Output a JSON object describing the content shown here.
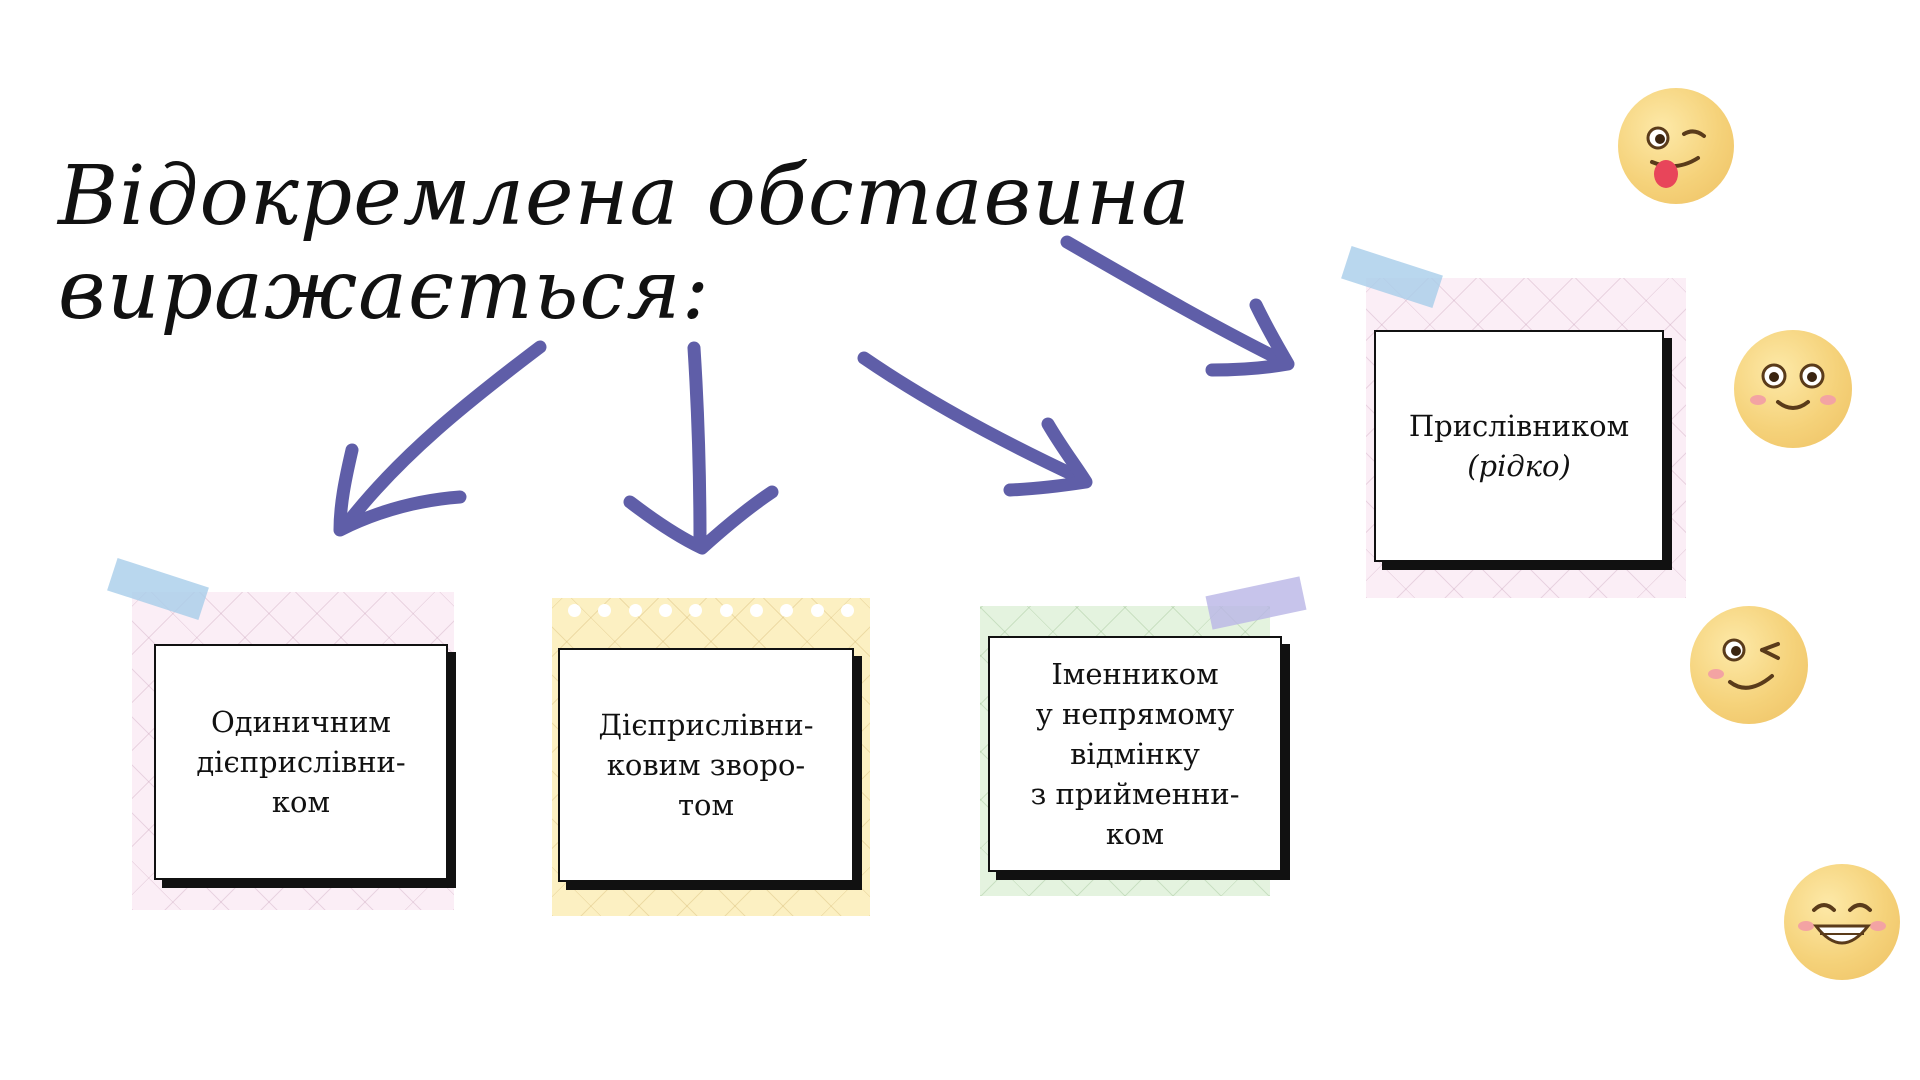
{
  "heading": {
    "line1": "Відокремлена обставина",
    "line2": "виражається:"
  },
  "boxes": [
    {
      "lines": [
        "Одиничним",
        "дієприслівни-",
        "ком"
      ]
    },
    {
      "lines": [
        "Дієприслівни-",
        "ковим зворо-",
        "том"
      ]
    },
    {
      "lines": [
        "Іменником",
        "у непрямому",
        "відмінку",
        "з прийменни-",
        "ком"
      ]
    },
    {
      "lines": [
        "Прислівником",
        "(рідко)"
      ]
    }
  ],
  "colors": {
    "arrow": "#5f5ea8",
    "text": "#111111",
    "paper_pink": "#fbeef6",
    "paper_yellow": "#fcf0c2",
    "paper_green": "#e4f3df",
    "tape_blue": "#a8cdea",
    "tape_lilac": "#b9b5e6",
    "emoji_face": "#f5d27a"
  },
  "decorations": {
    "emojis": [
      "tongue-wink-emoji",
      "smiling-eyes-emoji",
      "winking-emoji",
      "grinning-emoji"
    ]
  }
}
